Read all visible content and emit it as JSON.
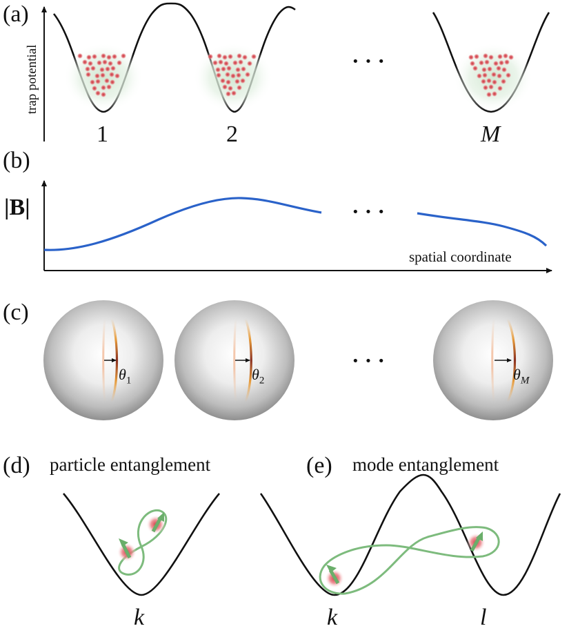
{
  "panel_a": {
    "label": "(a)",
    "y_axis_label": "trap potential",
    "ellipsis": "· · ·",
    "well_labels": [
      "1",
      "2",
      "M"
    ]
  },
  "panel_b": {
    "label": "(b)",
    "y_axis_label": "|B|",
    "x_axis_label": "spatial coordinate",
    "ellipsis": "· · ·",
    "curve_color": "#2a62c9"
  },
  "panel_c": {
    "label": "(c)",
    "ellipsis": "· · ·",
    "angles": [
      {
        "symbol": "θ",
        "sub": "1"
      },
      {
        "symbol": "θ",
        "sub": "2"
      },
      {
        "symbol": "θ",
        "sub": "M"
      }
    ]
  },
  "panel_d": {
    "label": "(d)",
    "title": "particle entanglement",
    "well_label": "k"
  },
  "panel_e": {
    "label": "(e)",
    "title": "mode entanglement",
    "well_labels": [
      "k",
      "l"
    ]
  },
  "colors": {
    "atom": "#d9535a",
    "cloud": "#cfe8cf",
    "loop": "#7dbb7d",
    "arrow": "#6aae6a"
  }
}
